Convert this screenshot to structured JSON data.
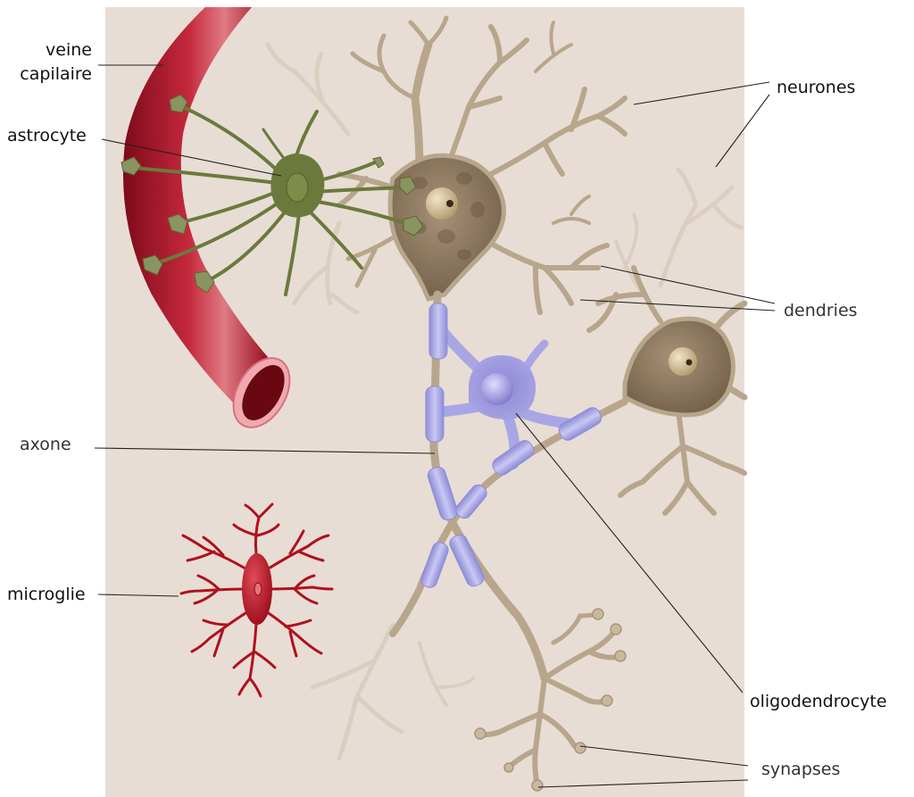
{
  "labels": {
    "vein_line1": "veine",
    "vein_line2": "capilaire",
    "astrocyte": "astrocyte",
    "neurones": "neurones",
    "dendries": "dendries",
    "axone": "axone",
    "microglie": "microglie",
    "oligodendrocyte": "oligodendrocyte",
    "synapses": "synapses"
  },
  "colors": {
    "background_panel": "#e8ddd4",
    "vessel": "#a8142a",
    "astrocyte": "#6b7a3c",
    "neuron": "#b8a68c",
    "myelin": "#a9a8e0",
    "oligodendrocyte": "#8a82d0",
    "microglia": "#b0101e"
  }
}
